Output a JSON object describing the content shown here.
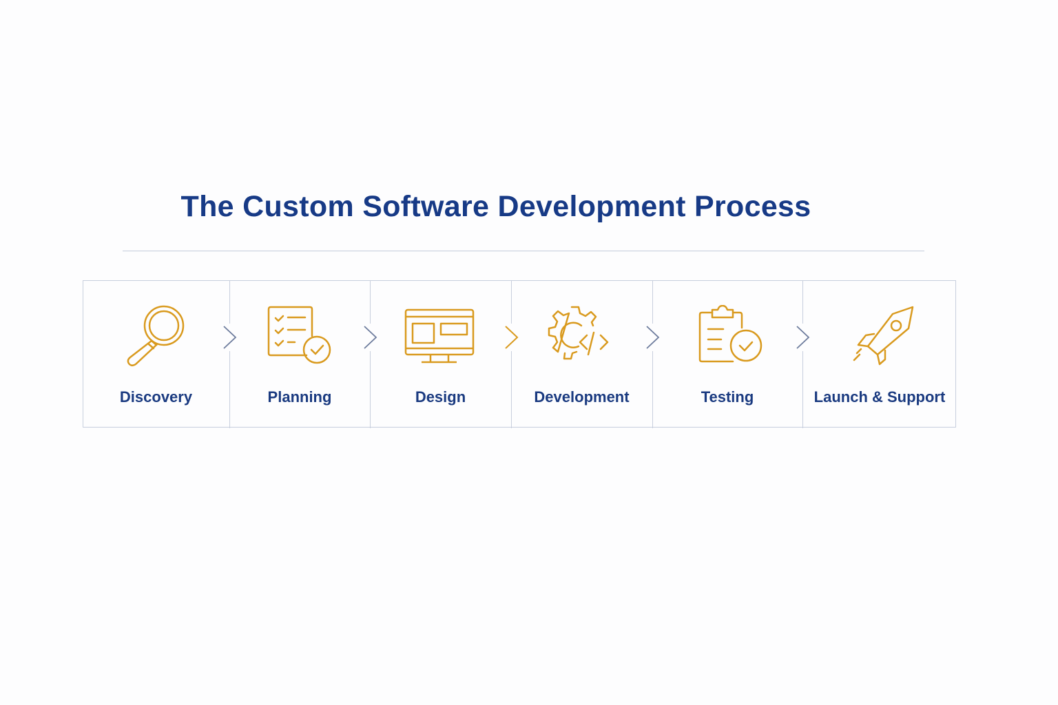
{
  "title": "The Custom Software Development Process",
  "colors": {
    "accent": "#d99a1e",
    "title": "#173a86",
    "border": "#c7cedd",
    "arrow": "#6c7b9c"
  },
  "steps": [
    {
      "label": "Discovery",
      "icon": "magnifying-glass-icon"
    },
    {
      "label": "Planning",
      "icon": "checklist-icon"
    },
    {
      "label": "Design",
      "icon": "monitor-layout-icon"
    },
    {
      "label": "Development",
      "icon": "gear-code-icon"
    },
    {
      "label": "Testing",
      "icon": "clipboard-check-icon"
    },
    {
      "label": "Launch & Support",
      "icon": "rocket-icon"
    }
  ]
}
